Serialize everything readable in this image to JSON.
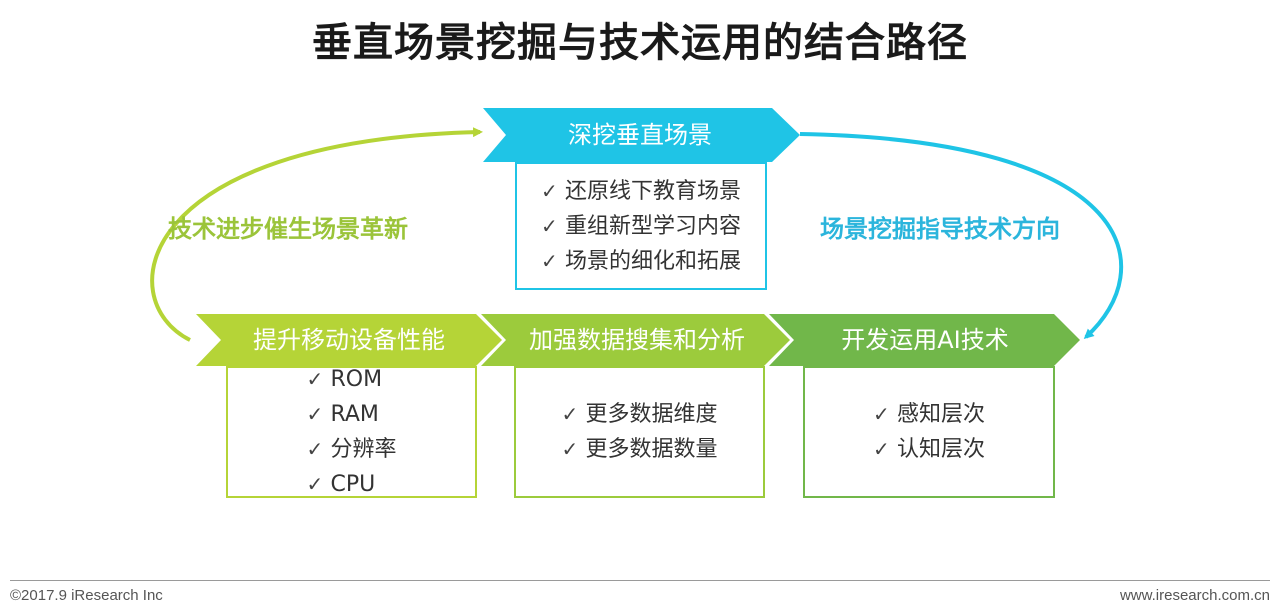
{
  "title": "垂直场景挖掘与技术运用的结合路径",
  "colors": {
    "blue": "#1fc4e6",
    "green_light": "#b5d437",
    "green_mid": "#9ccb3c",
    "green_dark": "#71b74a",
    "blue_text": "#2bb5dc",
    "green_text": "#9bc43a"
  },
  "top": {
    "label": "深挖垂直场景",
    "items": [
      "还原线下教育场景",
      "重组新型学习内容",
      "场景的细化和拓展"
    ]
  },
  "left_arc_label": "技术进步催生场景革新",
  "right_arc_label": "场景挖掘指导技术方向",
  "steps": [
    {
      "label": "提升移动设备性能",
      "items": [
        "ROM",
        "RAM",
        "分辨率",
        "CPU"
      ]
    },
    {
      "label": "加强数据搜集和分析",
      "items": [
        "更多数据维度",
        "更多数据数量"
      ]
    },
    {
      "label": "开发运用AI技术",
      "items": [
        "感知层次",
        "认知层次"
      ]
    }
  ],
  "check_symbol": "✓",
  "footer": {
    "left": "©2017.9 iResearch Inc",
    "right": "www.iresearch.com.cn"
  }
}
